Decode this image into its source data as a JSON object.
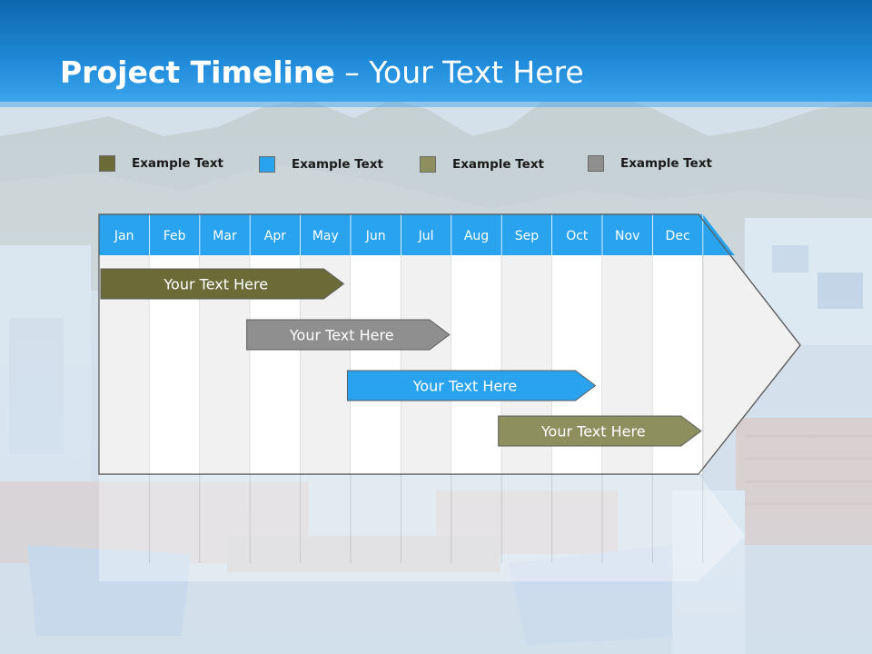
{
  "slide": {
    "title_bold": "Project Timeline",
    "title_rest": " – Your Text Here"
  },
  "legend": [
    {
      "label": "Example Text",
      "color": "#6b6b38"
    },
    {
      "label": "Example Text",
      "color": "#2aa3ef"
    },
    {
      "label": "Example Text",
      "color": "#8d8f5e"
    },
    {
      "label": "Example Text",
      "color": "#8f8f8f"
    }
  ],
  "colors": {
    "header": "#2aa3ef",
    "header_text": "#ffffff",
    "column_light": "#ffffff",
    "column_shade": "#f1f1f1",
    "grid_line": "#c8c8c8"
  },
  "chart_data": {
    "type": "gantt",
    "months": [
      "Jan",
      "Feb",
      "Mar",
      "Apr",
      "May",
      "Jun",
      "Jul",
      "Aug",
      "Sep",
      "Oct",
      "Nov",
      "Dec"
    ],
    "tasks": [
      {
        "label": "Your  Text Here",
        "start": 1.0,
        "end": 4.9,
        "color": "#6b6b38"
      },
      {
        "label": "Your  Text Here",
        "start": 3.9,
        "end": 7.0,
        "color": "#8f8f8f"
      },
      {
        "label": "Your  Text Here",
        "start": 5.9,
        "end": 9.9,
        "color": "#2aa3ef"
      },
      {
        "label": "Your  Text Here",
        "start": 8.9,
        "end": 12.0,
        "color": "#8d8f5e"
      }
    ]
  }
}
